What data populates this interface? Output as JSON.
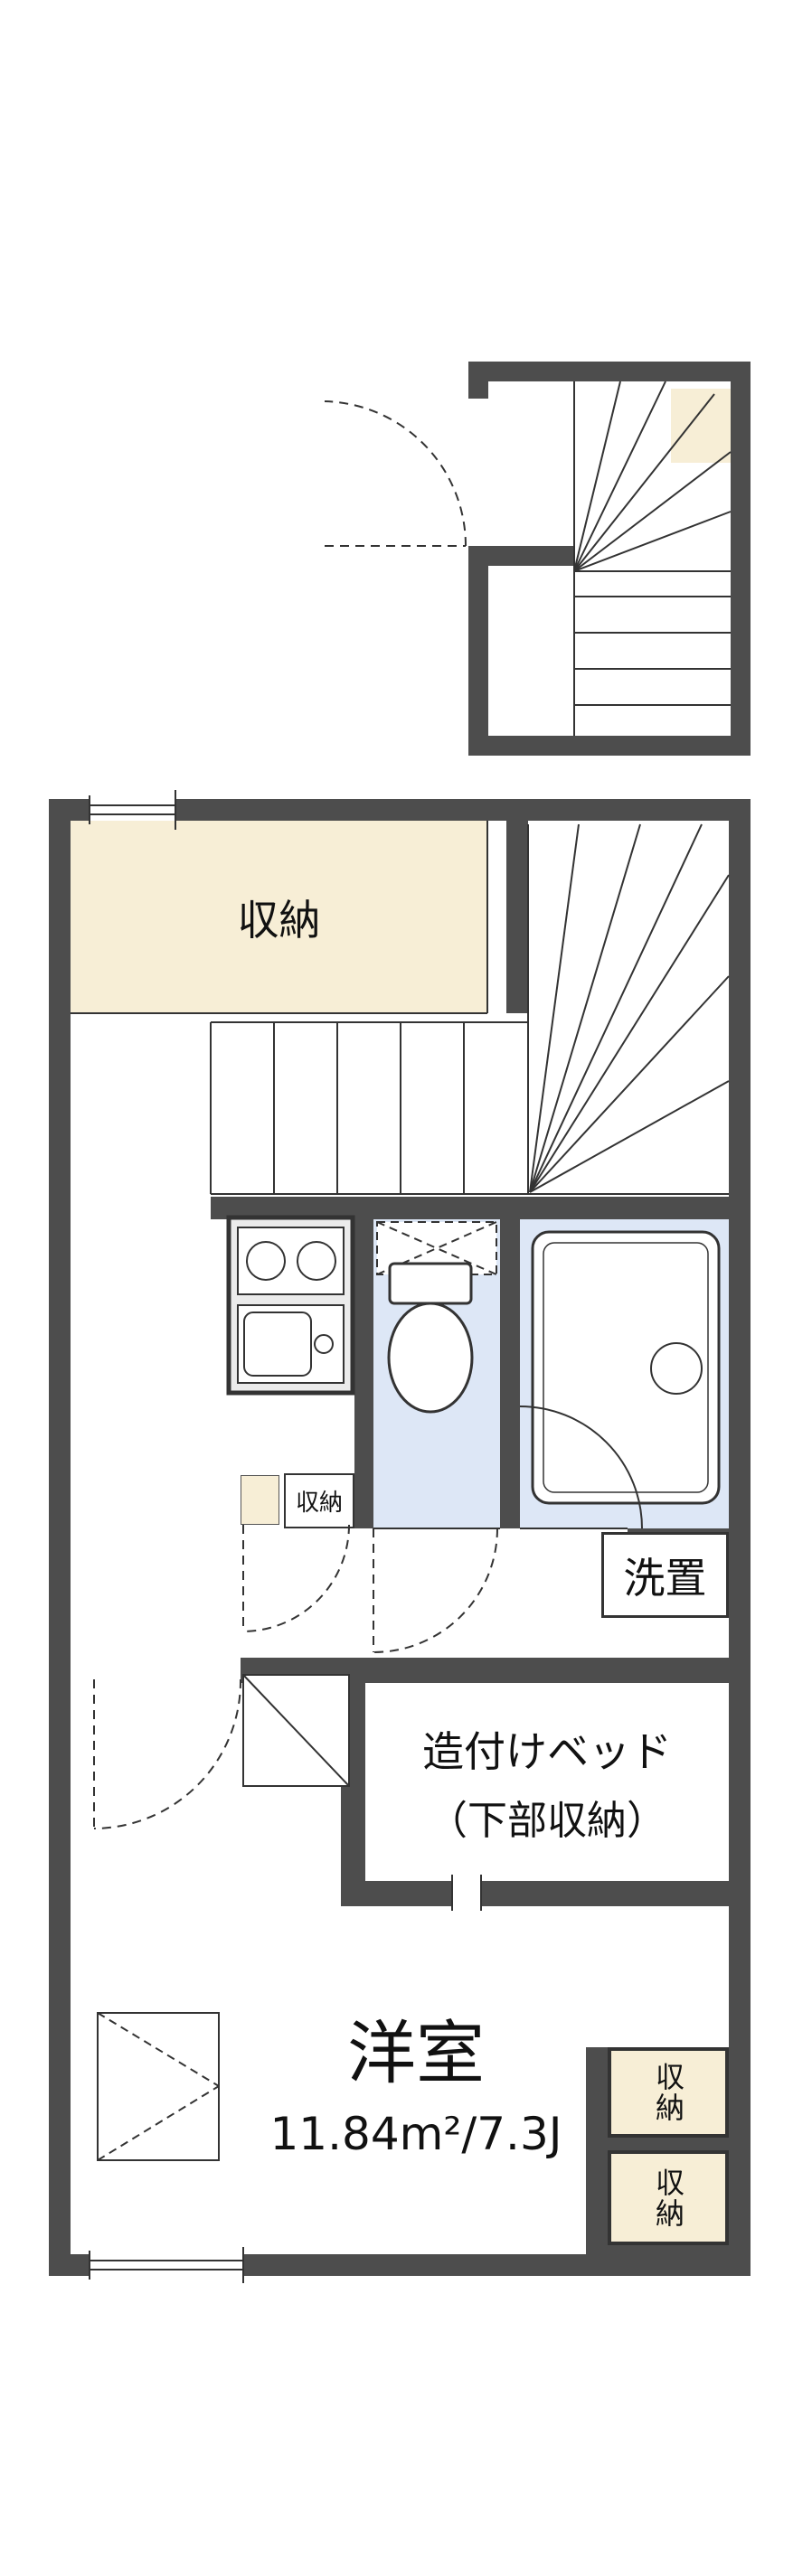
{
  "colors": {
    "wall": "#4d4d4d",
    "line": "#333333",
    "storage_fill": "#f7eed6",
    "wet_room_fill": "#dde7f6",
    "background": "#ffffff"
  },
  "labels": {
    "storage_top": "収納",
    "kitchen_storage": "収納",
    "washer_place": "洗置",
    "built_in_bed_line1": "造付けベッド",
    "built_in_bed_line2": "（下部収納）",
    "main_room_name": "洋室",
    "main_room_area": "11.84m²/7.3J",
    "right_storage_upper": "収納",
    "right_storage_lower": "収納"
  }
}
